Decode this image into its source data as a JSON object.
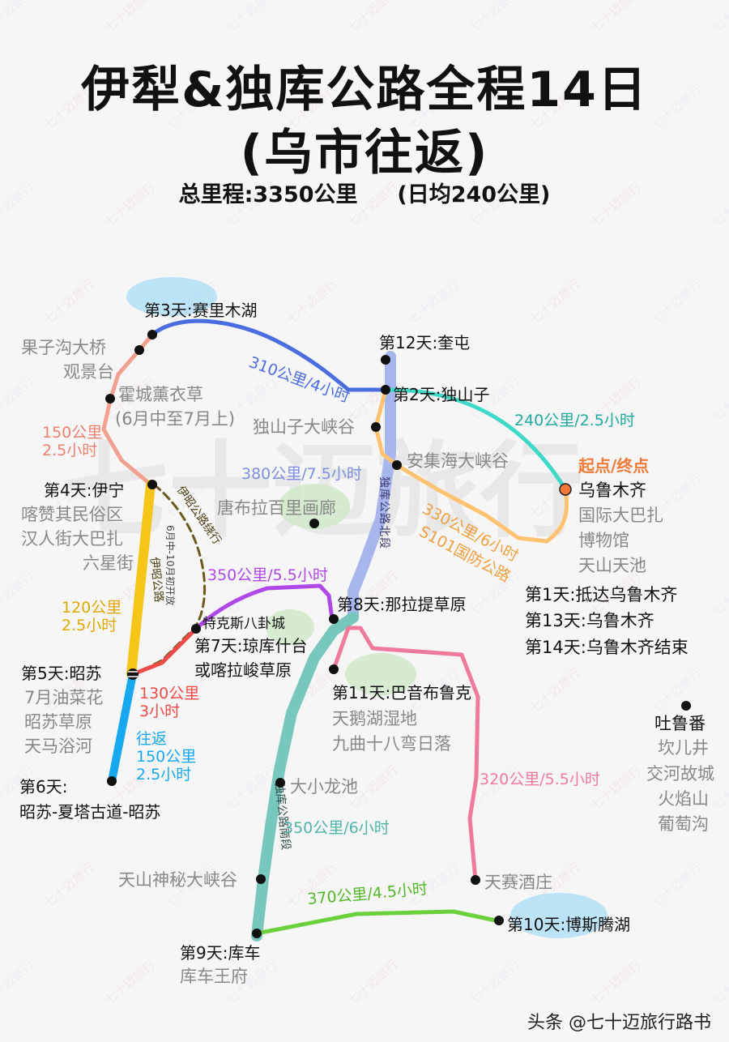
{
  "title": {
    "line1": "伊犁&独库公路全程14日",
    "line2": "(乌市往返)"
  },
  "summary": {
    "total": "总里程:3350公里",
    "daily": "(日均240公里)"
  },
  "watermark": {
    "small": "七十迈旅行",
    "big": "七十迈旅行"
  },
  "credit": "头条 @七十迈旅行路书",
  "colors": {
    "start_orange": "#f07a3a",
    "teal": "#3fd9c9",
    "blue": "#4a6ee0",
    "lavender": "#a8b6ee",
    "salmon": "#f2a090",
    "yellow": "#f5c518",
    "olive": "#6b5a1e",
    "purple": "#b048e8",
    "red": "#ee4c48",
    "cyan": "#16a9f0",
    "seagreen": "#78c7bc",
    "pink": "#f07a9c",
    "green": "#6ad03c",
    "sky": "#a9dcf5",
    "meadow": "#cfe8c8"
  },
  "stops": {
    "day1_3_14": {
      "line1": "第1天:抵达乌鲁木齐",
      "line2": "第13天:乌鲁木齐",
      "line3": "第14天:乌鲁木齐结束"
    },
    "start_end": "起点/终点",
    "urumqi": {
      "name": "乌鲁木齐",
      "sights": [
        "国际大巴扎",
        "博物馆",
        "天山天池"
      ]
    },
    "day2": "第2天:独山子",
    "dushanzi_canyon": "独山子大峡谷",
    "anjihai": "安集海大峡谷",
    "day3": "第3天:赛里木湖",
    "guozigou": {
      "line1": "果子沟大桥",
      "line2": "观景台"
    },
    "huocheng": {
      "line1": "霍城薰衣草",
      "line2": "(6月中至7月上)"
    },
    "day4": {
      "name": "第4天:伊宁",
      "sights": [
        "喀赞其民俗区",
        "汉人街大巴扎",
        "六星街"
      ]
    },
    "day5": {
      "name": "第5天:昭苏",
      "sights": [
        "7月油菜花",
        "昭苏草原",
        "天马浴河"
      ]
    },
    "day6": {
      "line1": "第6天:",
      "line2": "昭苏-夏塔古道-昭苏"
    },
    "tekesi": "特克斯八卦城",
    "day7": {
      "line1": "第7天:琼库什台",
      "line2": "或喀拉峻草原"
    },
    "day8": "第8天:那拉提草原",
    "tangbula": "唐布拉百里画廊",
    "day12": "第12天:奎屯",
    "day11": {
      "name": "第11天:巴音布鲁克",
      "sights": [
        "天鹅湖湿地",
        "九曲十八弯日落"
      ]
    },
    "daxiaolongchi": "大小龙池",
    "tianshan_canyon": "天山神秘大峡谷",
    "day9": {
      "name": "第9天:库车",
      "sight": "库车王府"
    },
    "tiansai": "天赛酒庄",
    "day10": "第10天:博斯腾湖",
    "turpan": {
      "name": "吐鲁番",
      "sights": [
        "坎儿井",
        "交河故城",
        "火焰山",
        "葡萄沟"
      ]
    }
  },
  "segments": {
    "urumqi_dushanzi": "240公里/2.5小时",
    "dushanzi_sayram": "310公里/4小时",
    "duku_north_dist": "380公里/7.5小时",
    "duku_north_name": "独库公路北段",
    "s101_dist": "330公里/6小时",
    "s101_name": "S101国防公路",
    "sayram_yining": {
      "line1": "150公里",
      "line2": "2.5小时"
    },
    "yizhao": {
      "name": "伊昭公路",
      "dist_line1": "120公里",
      "dist_line2": "2.5小时"
    },
    "yizhao_detour": {
      "name": "伊昭公路绕行",
      "note": "6月中-10月初开放"
    },
    "tekesi_nalati": "350公里/5.5小时",
    "zhaosu_tekesi": {
      "line1": "130公里",
      "line2": "3小时"
    },
    "xiata": {
      "line1": "往返",
      "line2": "150公里",
      "line3": "2.5小时"
    },
    "duku_south_name": "独库公路南段",
    "duku_south_dist": "350公里/6小时",
    "bayinbuluke_tiansai": "320公里/5.5小时",
    "kuche_bosten": "370公里/4.5小时"
  }
}
